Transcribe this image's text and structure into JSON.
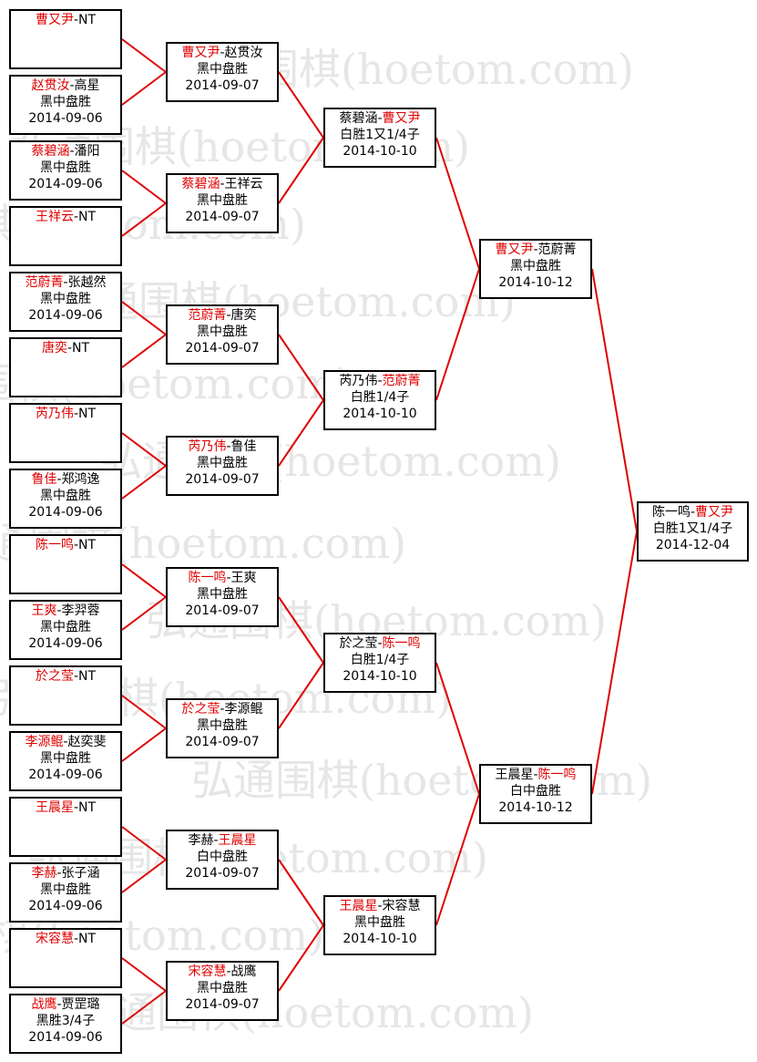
{
  "watermark": "弘通围棋(hoetom.com)",
  "colors": {
    "connector": "#e00000",
    "winner": "#e00000",
    "text": "#000000",
    "border": "#000000"
  },
  "rounds": [
    {
      "matches": [
        {
          "p1": "曹又尹",
          "p2": "NT",
          "winner": 1,
          "result": "",
          "date": ""
        },
        {
          "p1": "赵贯汝",
          "p2": "高星",
          "winner": 1,
          "result": "黑中盘胜",
          "date": "2014-09-06"
        },
        {
          "p1": "蔡碧涵",
          "p2": "潘阳",
          "winner": 1,
          "result": "黑中盘胜",
          "date": "2014-09-06"
        },
        {
          "p1": "王祥云",
          "p2": "NT",
          "winner": 1,
          "result": "",
          "date": ""
        },
        {
          "p1": "范蔚菁",
          "p2": "张越然",
          "winner": 1,
          "result": "黑中盘胜",
          "date": "2014-09-06"
        },
        {
          "p1": "唐奕",
          "p2": "NT",
          "winner": 1,
          "result": "",
          "date": ""
        },
        {
          "p1": "芮乃伟",
          "p2": "NT",
          "winner": 1,
          "result": "",
          "date": ""
        },
        {
          "p1": "鲁佳",
          "p2": "郑鸿逸",
          "winner": 1,
          "result": "黑中盘胜",
          "date": "2014-09-06"
        },
        {
          "p1": "陈一鸣",
          "p2": "NT",
          "winner": 1,
          "result": "",
          "date": ""
        },
        {
          "p1": "王爽",
          "p2": "李羿蓉",
          "winner": 1,
          "result": "黑中盘胜",
          "date": "2014-09-06"
        },
        {
          "p1": "於之莹",
          "p2": "NT",
          "winner": 1,
          "result": "",
          "date": ""
        },
        {
          "p1": "李源鲲",
          "p2": "赵奕斐",
          "winner": 1,
          "result": "黑中盘胜",
          "date": "2014-09-06"
        },
        {
          "p1": "王晨星",
          "p2": "NT",
          "winner": 1,
          "result": "",
          "date": ""
        },
        {
          "p1": "李赫",
          "p2": "张子涵",
          "winner": 1,
          "result": "黑中盘胜",
          "date": "2014-09-06"
        },
        {
          "p1": "宋容慧",
          "p2": "NT",
          "winner": 1,
          "result": "",
          "date": ""
        },
        {
          "p1": "战鹰",
          "p2": "贾罡璐",
          "winner": 1,
          "result": "黑胜3/4子",
          "date": "2014-09-06"
        }
      ]
    },
    {
      "matches": [
        {
          "p1": "曹又尹",
          "p2": "赵贯汝",
          "winner": 1,
          "result": "黑中盘胜",
          "date": "2014-09-07"
        },
        {
          "p1": "蔡碧涵",
          "p2": "王祥云",
          "winner": 1,
          "result": "黑中盘胜",
          "date": "2014-09-07"
        },
        {
          "p1": "范蔚菁",
          "p2": "唐奕",
          "winner": 1,
          "result": "黑中盘胜",
          "date": "2014-09-07"
        },
        {
          "p1": "芮乃伟",
          "p2": "鲁佳",
          "winner": 1,
          "result": "黑中盘胜",
          "date": "2014-09-07"
        },
        {
          "p1": "陈一鸣",
          "p2": "王爽",
          "winner": 1,
          "result": "黑中盘胜",
          "date": "2014-09-07"
        },
        {
          "p1": "於之莹",
          "p2": "李源鲲",
          "winner": 1,
          "result": "黑中盘胜",
          "date": "2014-09-07"
        },
        {
          "p1": "李赫",
          "p2": "王晨星",
          "winner": 2,
          "result": "白中盘胜",
          "date": "2014-09-07"
        },
        {
          "p1": "宋容慧",
          "p2": "战鹰",
          "winner": 1,
          "result": "黑中盘胜",
          "date": "2014-09-07"
        }
      ]
    },
    {
      "matches": [
        {
          "p1": "蔡碧涵",
          "p2": "曹又尹",
          "winner": 2,
          "result": "白胜1又1/4子",
          "date": "2014-10-10"
        },
        {
          "p1": "芮乃伟",
          "p2": "范蔚菁",
          "winner": 2,
          "result": "白胜1/4子",
          "date": "2014-10-10"
        },
        {
          "p1": "於之莹",
          "p2": "陈一鸣",
          "winner": 2,
          "result": "白胜1/4子",
          "date": "2014-10-10"
        },
        {
          "p1": "王晨星",
          "p2": "宋容慧",
          "winner": 1,
          "result": "黑中盘胜",
          "date": "2014-10-10"
        }
      ]
    },
    {
      "matches": [
        {
          "p1": "曹又尹",
          "p2": "范蔚菁",
          "winner": 1,
          "result": "黑中盘胜",
          "date": "2014-10-12"
        },
        {
          "p1": "王晨星",
          "p2": "陈一鸣",
          "winner": 2,
          "result": "白中盘胜",
          "date": "2014-10-12"
        }
      ]
    },
    {
      "matches": [
        {
          "p1": "陈一鸣",
          "p2": "曹又尹",
          "winner": 2,
          "result": "白胜1又1/4子",
          "date": "2014-12-04"
        }
      ]
    }
  ]
}
